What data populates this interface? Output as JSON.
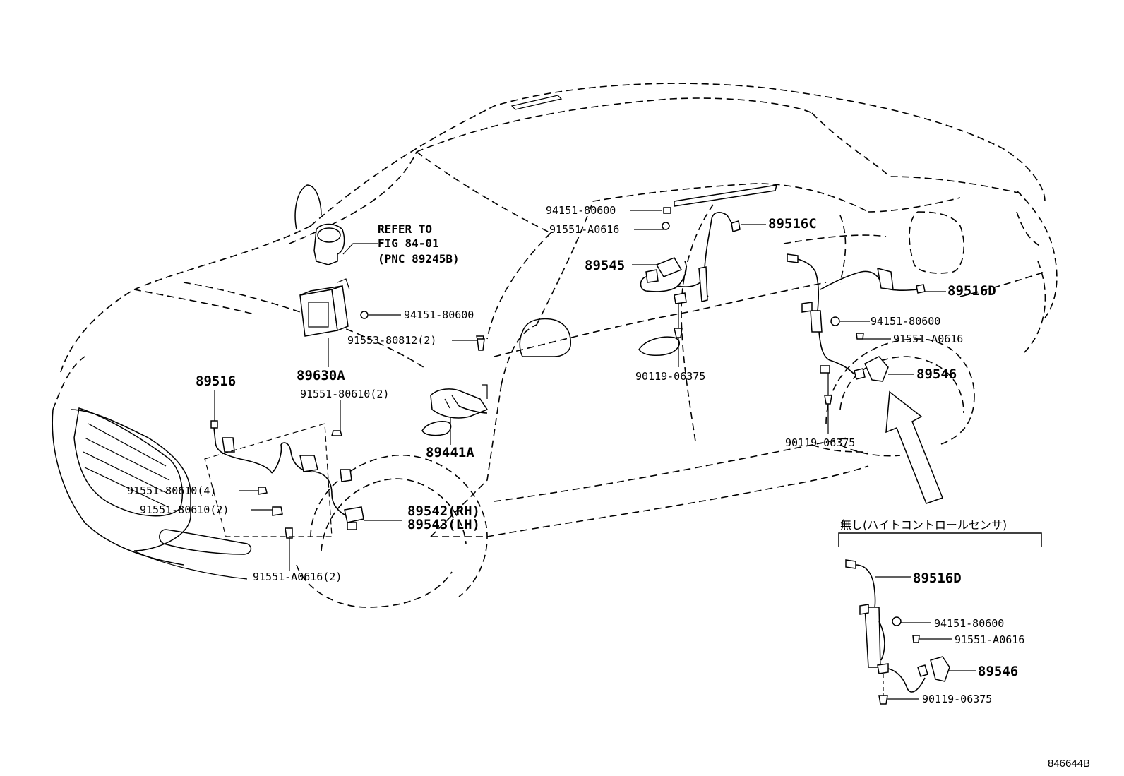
{
  "reference_note": {
    "line1": "REFER TO",
    "line2": "FIG 84-01",
    "line3": "(PNC 89245B)"
  },
  "callouts": {
    "c_94151_80600_a": "94151-80600",
    "c_91551_A0616_a": "91551-A0616",
    "c_89516C": "89516C",
    "c_89545": "89545",
    "c_89516D_a": "89516D",
    "c_94151_80600_b": "94151-80600",
    "c_91551_A0616_b": "91551-A0616",
    "c_89546_a": "89546",
    "c_90119_06375_a": "90119-06375",
    "c_90119_06375_b": "90119-06375",
    "c_94151_80600_c": "94151-80600",
    "c_91553_80812": "91553-80812(2)",
    "c_89630A": "89630A",
    "c_91551_80610_2a": "91551-80610(2)",
    "c_89516": "89516",
    "c_89441A": "89441A",
    "c_91551_80610_4": "91551-80610(4)",
    "c_91551_80610_2b": "91551-80610(2)",
    "c_89542": "89542(RH)",
    "c_89543": "89543(LH)",
    "c_91551_A0616_2": "91551-A0616(2)"
  },
  "inset": {
    "title": "無し(ハイトコントロールセンサ)",
    "c_89516D": "89516D",
    "c_94151_80600": "94151-80600",
    "c_91551_A0616": "91551-A0616",
    "c_89546": "89546",
    "c_90119_06375": "90119-06375"
  },
  "figure_code": "846644B"
}
